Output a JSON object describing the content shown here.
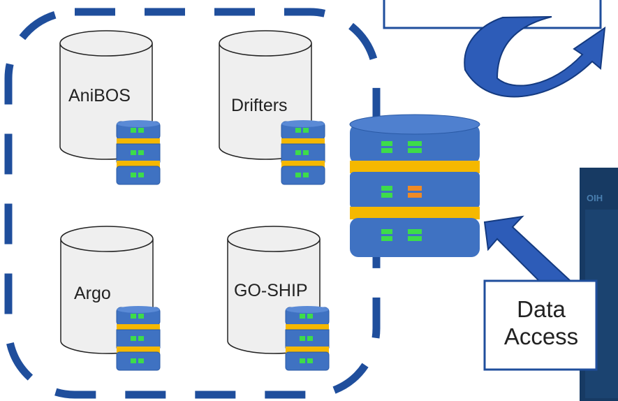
{
  "databases": [
    {
      "name": "AniBOS"
    },
    {
      "name": "Drifters"
    },
    {
      "name": "Argo"
    },
    {
      "name": "GO-SHIP"
    }
  ],
  "data_access_box": {
    "line1": "Data",
    "line2": "Access"
  },
  "photo_logo": {
    "text": "OIH"
  },
  "colors": {
    "dashed_border": "#1f4e9c",
    "server_blue": "#3f72c2",
    "server_gold": "#f5b800",
    "led_green": "#3ddc4a",
    "led_orange": "#f08a24",
    "arrow": "#2d5cb8",
    "arrow_outline": "#143a80",
    "photo_bg": "#173a63",
    "cylinder_fill": "#efefef"
  },
  "icons": [
    "database-cylinder-icon",
    "server-stack-icon",
    "curved-arrow-icon",
    "arrow-up-left-icon"
  ]
}
